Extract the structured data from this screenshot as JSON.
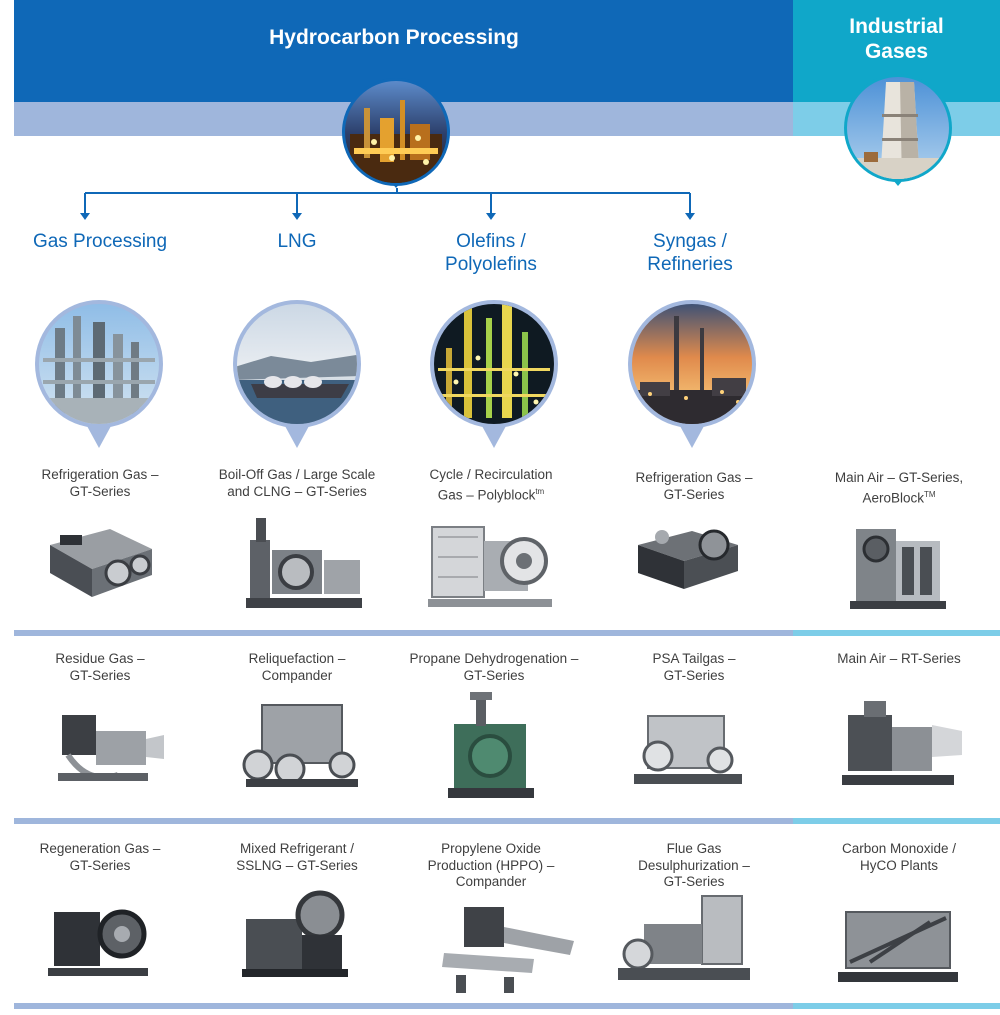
{
  "header": {
    "hydrocarbon_title": "Hydrocarbon Processing",
    "industrial_title_line1": "Industrial",
    "industrial_title_line2": "Gases"
  },
  "colors": {
    "hydrocarbon_dark": "#0f68b7",
    "hydrocarbon_light": "#9fb6dc",
    "industrial_dark": "#10a7c9",
    "industrial_light": "#7dcde8",
    "category_text": "#0f68b7"
  },
  "categories": [
    {
      "line1": "Gas Processing",
      "line2": ""
    },
    {
      "line1": "LNG",
      "line2": ""
    },
    {
      "line1": "Olefins /",
      "line2": "Polyolefins"
    },
    {
      "line1": "Syngas /",
      "line2": "Refineries"
    }
  ],
  "rows": [
    [
      {
        "line1": "Refrigeration Gas –",
        "line2": "GT-Series",
        "line3": ""
      },
      {
        "line1": "Boil-Off Gas / Large Scale",
        "line2": "and CLNG – GT-Series",
        "line3": ""
      },
      {
        "line1": "Cycle / Recirculation",
        "line2": "Gas – Polyblock",
        "line3": "tm"
      },
      {
        "line1": "Refrigeration Gas –",
        "line2": "GT-Series",
        "line3": ""
      },
      {
        "line1": "Main Air – GT-Series,",
        "line2": "AeroBlock",
        "line3": "TM"
      }
    ],
    [
      {
        "line1": "Residue Gas –",
        "line2": "GT-Series",
        "line3": ""
      },
      {
        "line1": "Reliquefaction –",
        "line2": "Compander",
        "line3": ""
      },
      {
        "line1": "Propane Dehydrogenation –",
        "line2": "GT-Series",
        "line3": ""
      },
      {
        "line1": "PSA Tailgas –",
        "line2": "GT-Series",
        "line3": ""
      },
      {
        "line1": "Main Air – RT-Series",
        "line2": "",
        "line3": ""
      }
    ],
    [
      {
        "line1": "Regeneration Gas –",
        "line2": "GT-Series",
        "line3": ""
      },
      {
        "line1": "Mixed Refrigerant /",
        "line2": "SSLNG – GT-Series",
        "line3": ""
      },
      {
        "line1": "Propylene Oxide",
        "line2": "Production (HPPO) –",
        "line3": "Compander"
      },
      {
        "line1": "Flue Gas",
        "line2": "Desulphurization –",
        "line3": "GT-Series"
      },
      {
        "line1": "Carbon Monoxide /",
        "line2": "HyCO Plants",
        "line3": ""
      }
    ]
  ]
}
